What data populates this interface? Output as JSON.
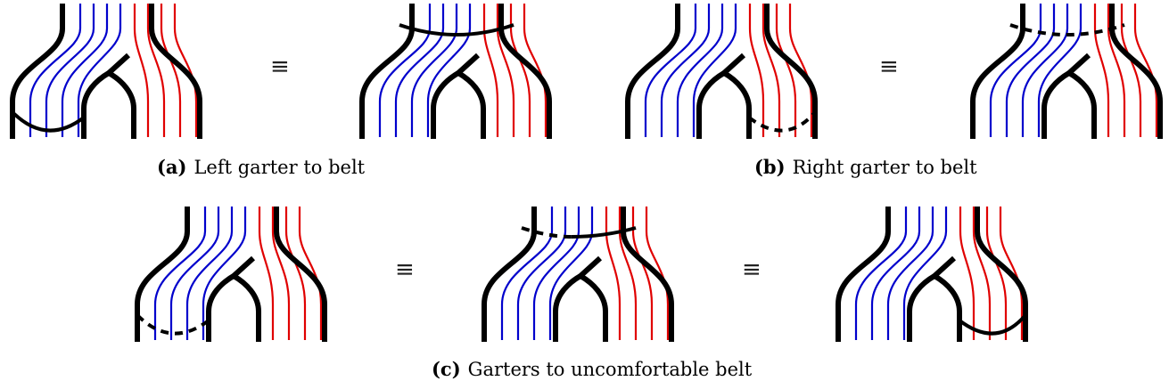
{
  "colors": {
    "black": "#000000",
    "blue": "#0000cc",
    "red": "#e00000"
  },
  "equiv_symbol": "≡",
  "subfigures": [
    {
      "tag": "(a)",
      "caption": "Left garter to belt"
    },
    {
      "tag": "(b)",
      "caption": "Right garter to belt"
    },
    {
      "tag": "(c)",
      "caption": "Garters to uncomfortable belt"
    }
  ]
}
